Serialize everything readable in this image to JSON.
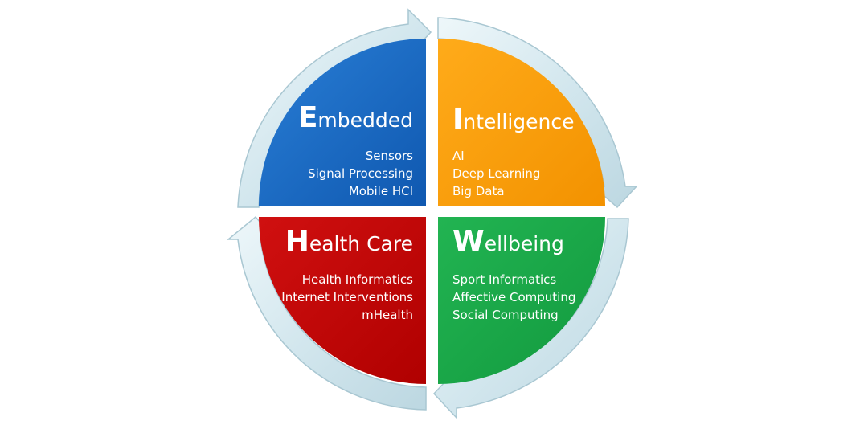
{
  "colors": {
    "embedded": "#1565c0",
    "intelligence": "#ff9f0a",
    "health_care": "#c00000",
    "wellbeing": "#19a84a",
    "ring": "#d5e9ef",
    "ring_edge": "#a9c7d2"
  },
  "quadrants": {
    "embedded": {
      "initial": "E",
      "rest": "mbedded",
      "items": [
        "Sensors",
        "Signal Processing",
        "Mobile HCI"
      ]
    },
    "intelligence": {
      "initial": "I",
      "rest": "ntelligence",
      "items": [
        "AI",
        "Deep Learning",
        "Big Data"
      ]
    },
    "health_care": {
      "initial": "H",
      "rest": "ealth Care",
      "items": [
        "Health Informatics",
        "Internet Interventions",
        "mHealth"
      ]
    },
    "wellbeing": {
      "initial": "W",
      "rest": "ellbeing",
      "items": [
        "Sport Informatics",
        "Affective Computing",
        "Social Computing"
      ]
    }
  }
}
